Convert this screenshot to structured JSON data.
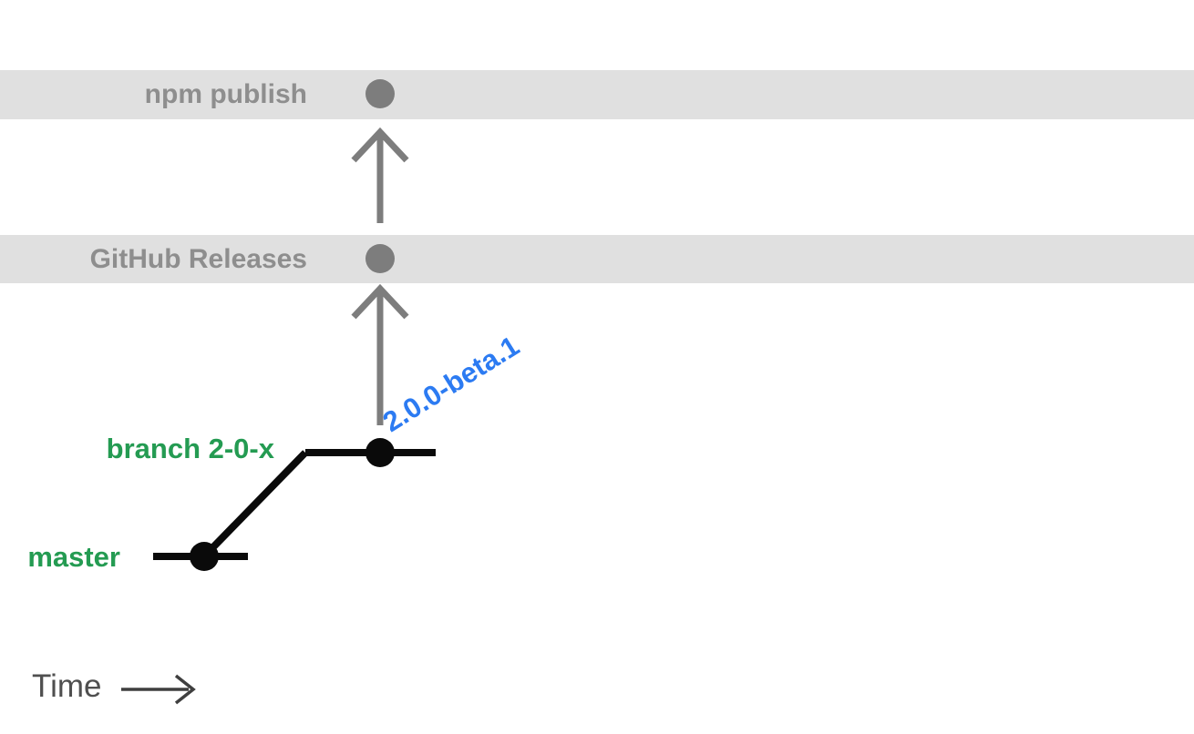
{
  "lanes": [
    {
      "label": "npm publish"
    },
    {
      "label": "GitHub Releases"
    }
  ],
  "branches": {
    "feature": {
      "label": "branch 2-0-x"
    },
    "master": {
      "label": "master"
    }
  },
  "tag": {
    "label": "2.0.0-beta.1"
  },
  "time": {
    "label": "Time"
  },
  "icons": {
    "up_arrow": "up-arrow",
    "right_arrow": "right-arrow",
    "commit_dot": "commit-dot"
  },
  "colors": {
    "lane_bg": "#e0e0e0",
    "lane_text": "#8e8e8e",
    "node_gray": "#7d7d7d",
    "arrow_gray": "#7d7d7d",
    "branch_green": "#249b52",
    "tag_blue": "#2c7bf2",
    "commit_black": "#0a0a0a",
    "time_text": "#4f4f4f",
    "time_arrow": "#3f3f3f"
  }
}
